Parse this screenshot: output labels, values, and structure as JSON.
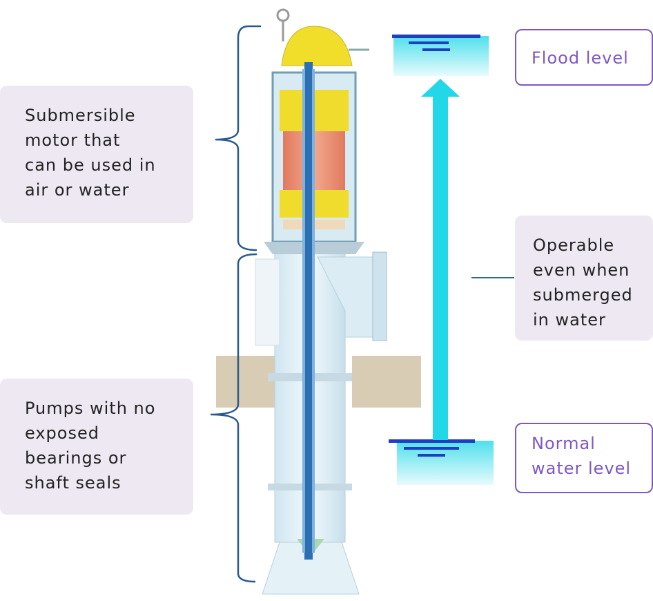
{
  "labels": {
    "motor": "Submersible\nmotor that\ncan be used in\nair or water",
    "pump": "Pumps with no\nexposed\nbearings or\nshaft seals",
    "operable": "Operable\neven when\nsubmerged\nin water"
  },
  "levels": {
    "flood": "Flood level",
    "normal": "Normal\nwater level"
  },
  "colors": {
    "accent": "#7e57c2",
    "label_bg": "#ede8f2",
    "bracket": "#2a5a8c",
    "arrow": "#22d7e8",
    "water_line": "#1e3fc0"
  }
}
